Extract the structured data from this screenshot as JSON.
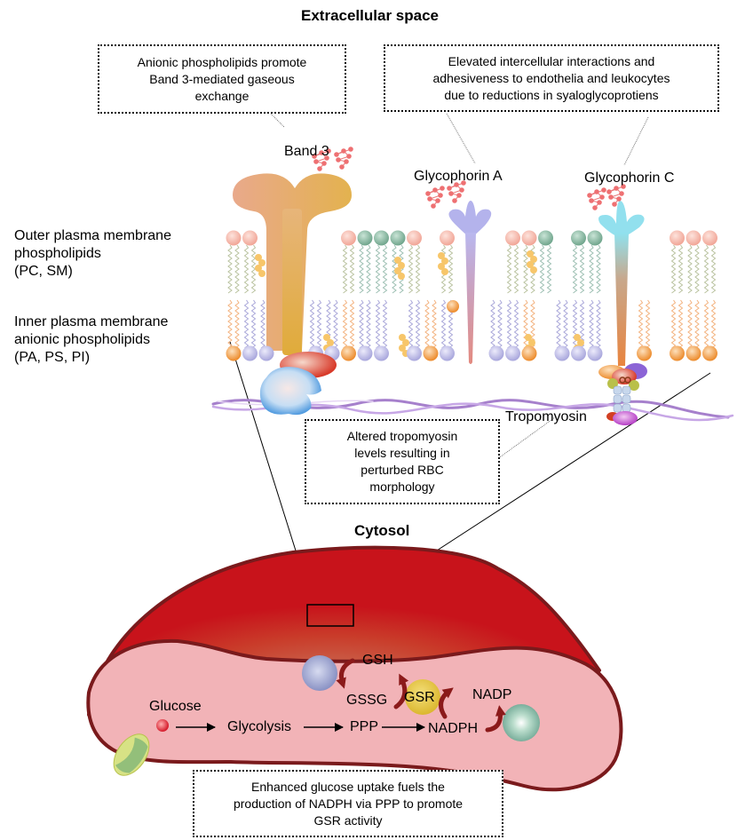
{
  "headings": {
    "extracellular": "Extracellular space",
    "cytosol": "Cytosol"
  },
  "side_labels": {
    "outer": [
      "Outer plasma membrane",
      "phospholipids",
      "(PC, SM)"
    ],
    "inner": [
      "Inner plasma membrane",
      "anionic phospholipids",
      "(PA, PS, PI)"
    ]
  },
  "proteins": {
    "band3": "Band 3",
    "glycophorin_a": "Glycophorin A",
    "glycophorin_c": "Glycophorin C",
    "tropomyosin": "Tropomyosin"
  },
  "notes": {
    "band3_note": [
      "Anionic phospholipids promote",
      "Band 3-mediated gaseous",
      "exchange"
    ],
    "glycophorin_note": [
      "Elevated intercellular interactions and",
      "adhesiveness to endothelia and leukocytes",
      "due to reductions in syaloglycoprotiens"
    ],
    "tropomyosin_note": [
      "Altered tropomyosin",
      "levels resulting in",
      "perturbed RBC",
      "morphology"
    ],
    "glucose_note": [
      "Enhanced glucose uptake fuels the",
      "production of NADPH via PPP to promote",
      "GSR activity"
    ]
  },
  "pathway": {
    "glucose": "Glucose",
    "glycolysis": "Glycolysis",
    "ppp": "PPP",
    "nadph": "NADPH",
    "nadp": "NADP",
    "gsh": "GSH",
    "gssg": "GSSG",
    "gsr": "GSR"
  },
  "colors": {
    "cell_outer": "#c8131b",
    "cell_inner": "#f2b3b7",
    "cell_border": "#7a1a1c",
    "arrow_red": "#8b1a1a",
    "outer_head_pink": "#f4b6a8",
    "outer_head_green": "#7fb39c",
    "inner_head_purple": "#b7b6e4",
    "inner_head_orange": "#f0993c"
  }
}
